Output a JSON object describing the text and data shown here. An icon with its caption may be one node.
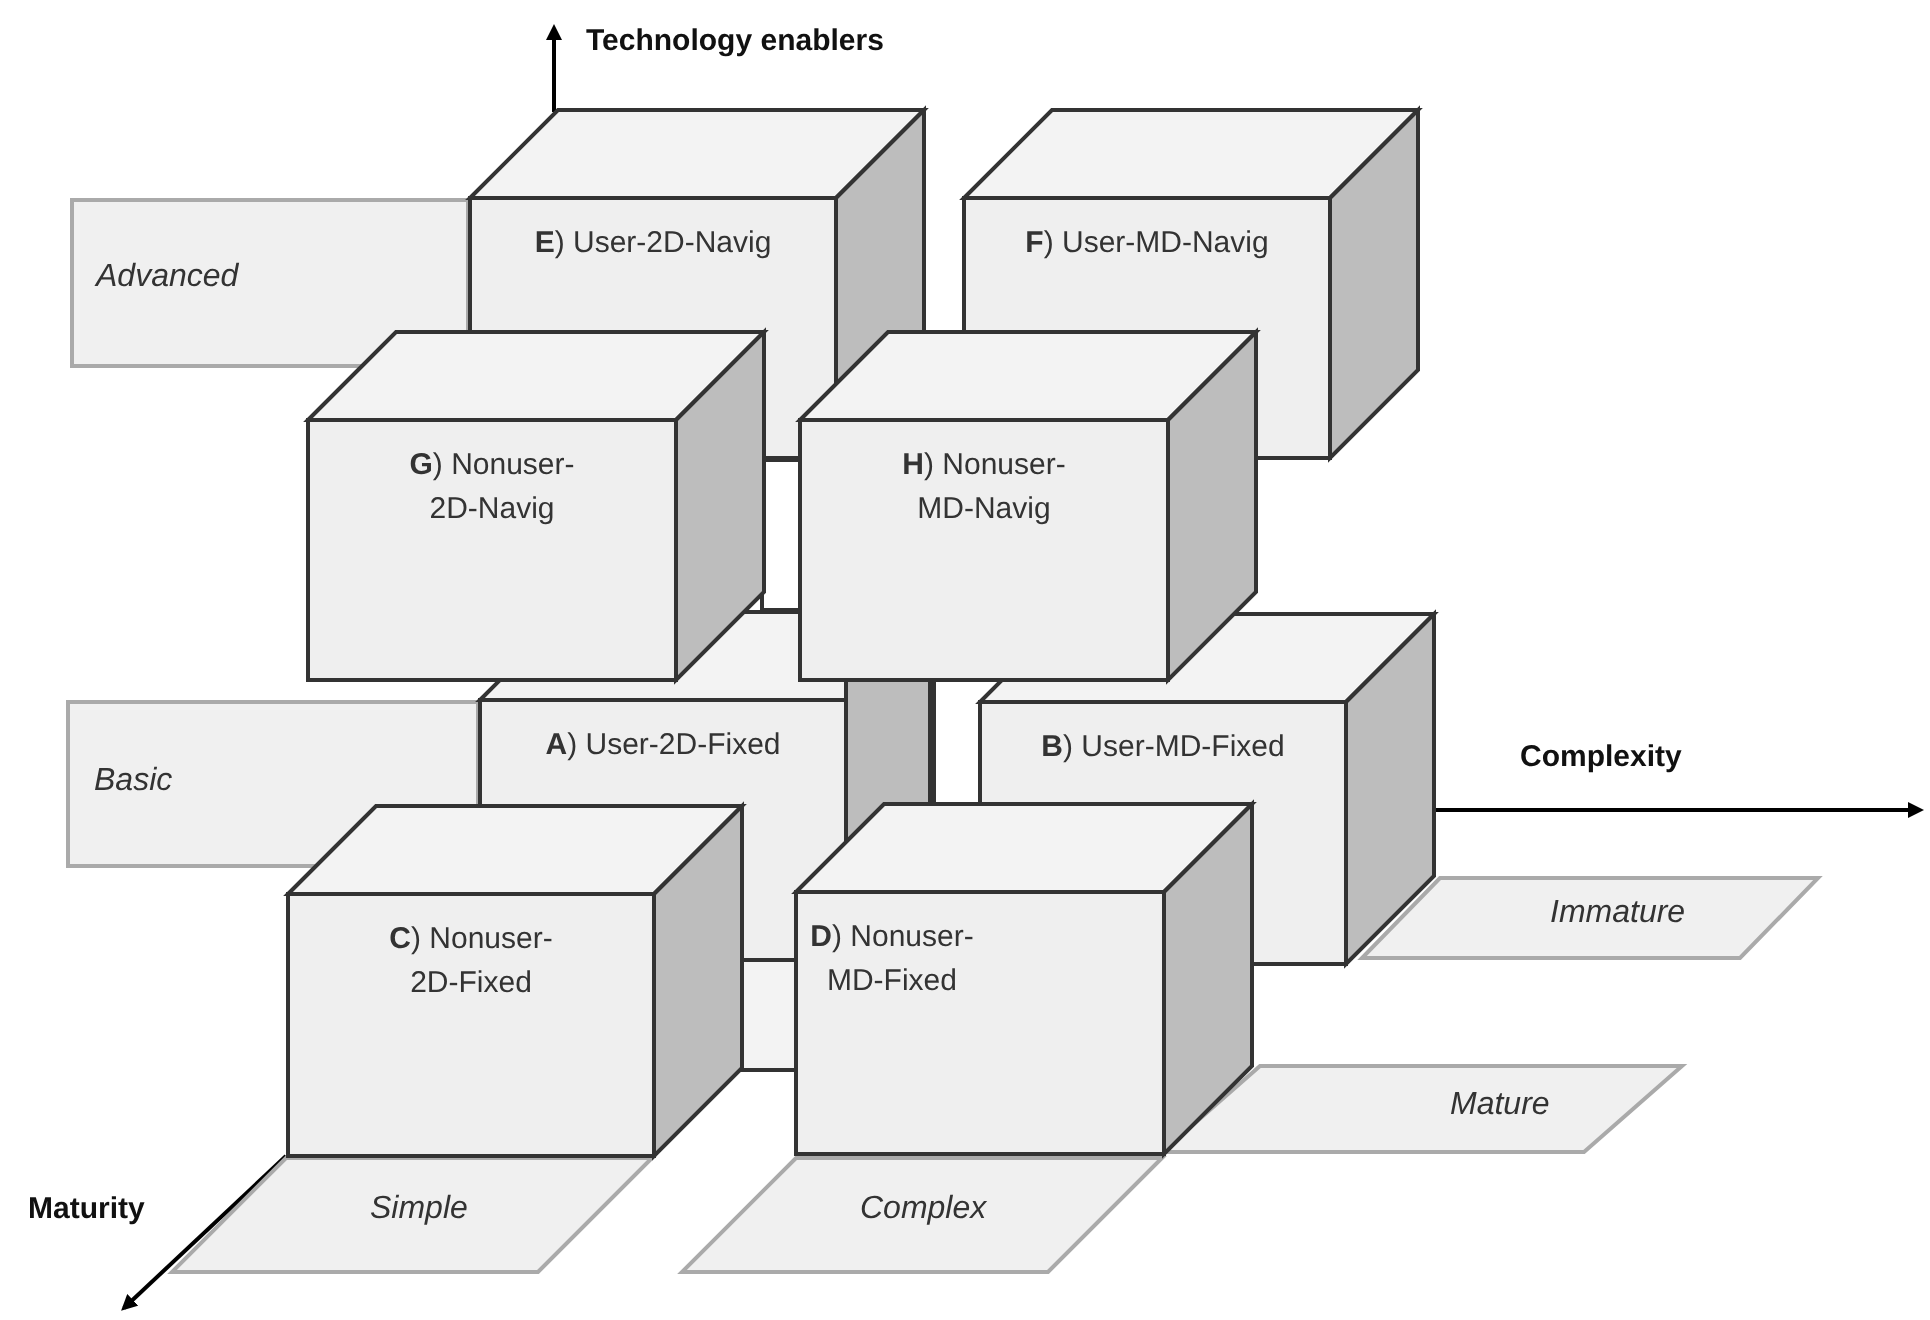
{
  "diagram": {
    "nodes": [
      {
        "text": [
          "*Advanced*"
        ]
      },
      {
        "text": [
          "**E**) User-2D-Navig"
        ]
      },
      {
        "text": [
          "**F**) User-MD-Navig"
        ]
      },
      {
        "text": [
          "**G**) Nonuser-2D-Navig"
        ]
      },
      {
        "text": [
          "**H**) Nonuser-MD-Navig"
        ]
      },
      {
        "text": [
          "*Basic*"
        ]
      },
      {
        "text": [
          "**A**) User-2D-Fixed"
        ]
      },
      {
        "text": [
          "**B**) User-MD-Fixed"
        ]
      },
      {
        "text": [
          "**C**) Nonuser-2D-Fixed"
        ]
      },
      {
        "text": [
          "**D**) Nonuser-MD-Fixed"
        ]
      },
      {
        "text": [
          "*Immature*"
        ]
      },
      {
        "text": [
          "*Mature*"
        ]
      },
      {
        "text": [
          "*Simple*"
        ]
      },
      {
        "text": [
          "*Complex*"
        ]
      }
    ],
    "labels": [
      "Technology enablers",
      "Complexity",
      "Maturity"
    ]
  }
}
